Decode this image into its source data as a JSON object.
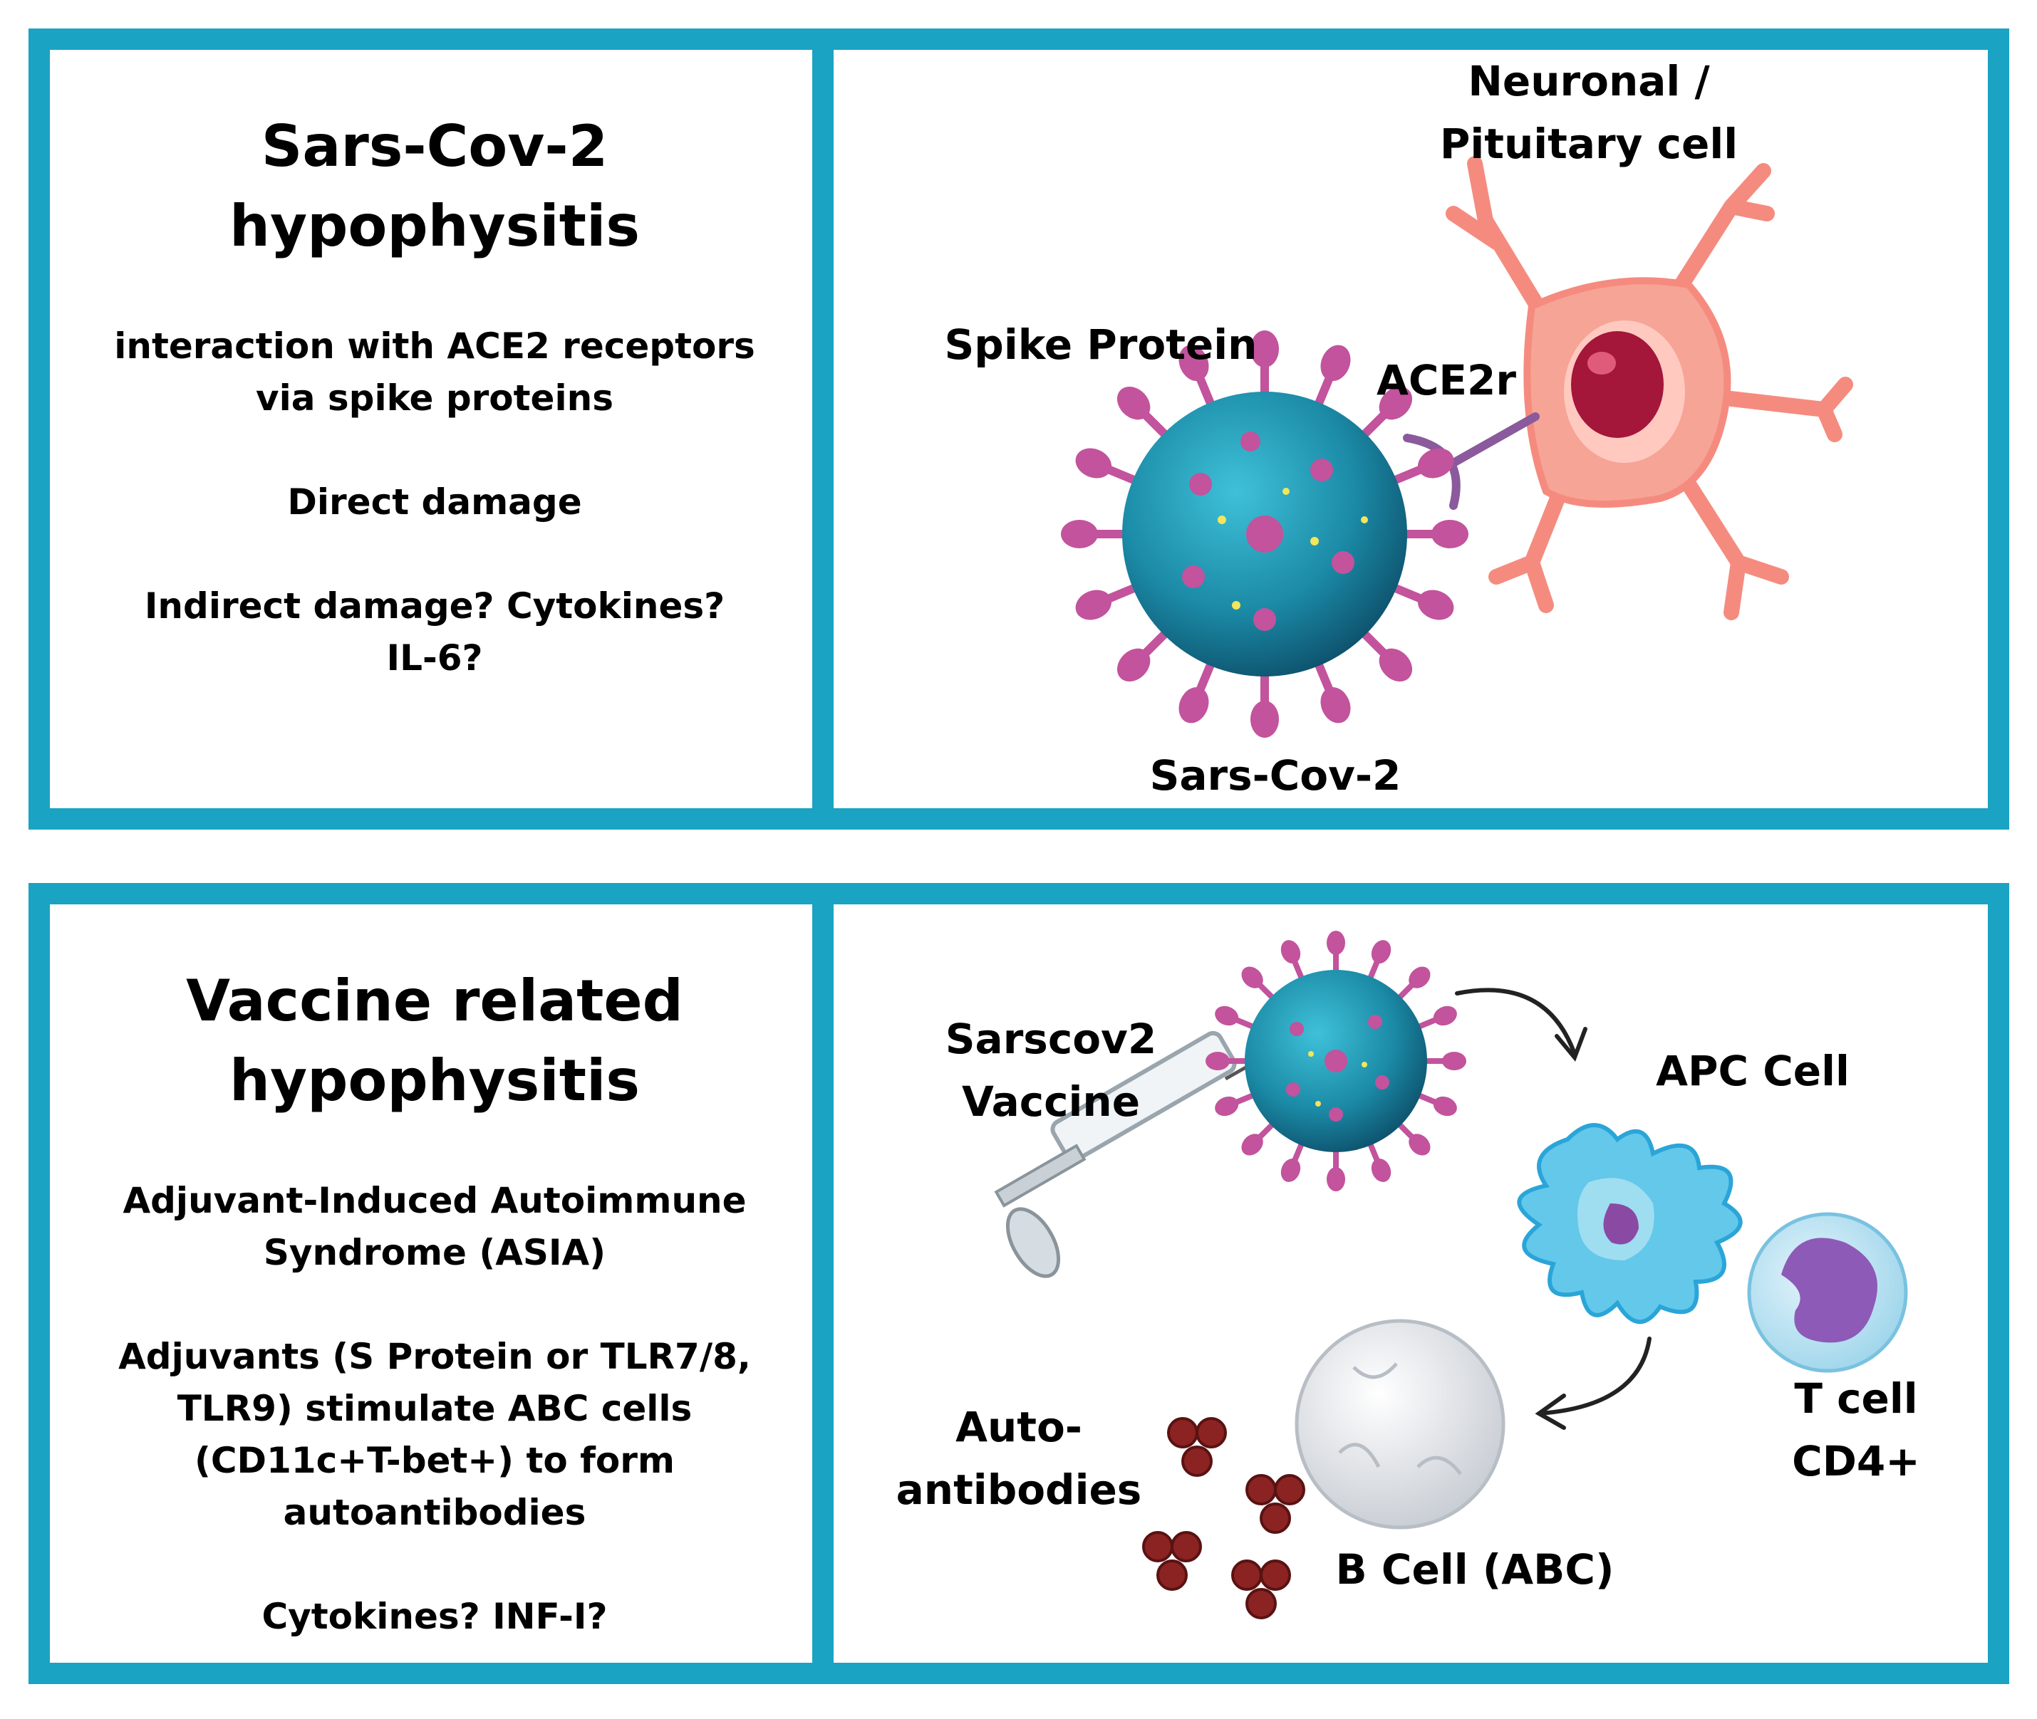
{
  "top": {
    "title_lines": [
      "Sars-Cov-2",
      "hypophysitis"
    ],
    "points": [
      "interaction with ACE2 receptors",
      "via spike proteins",
      "Direct damage",
      "Indirect damage? Cytokines?",
      "IL-6?"
    ],
    "labels": {
      "cell_line1": "Neuronal /",
      "cell_line2": "Pituitary cell",
      "spike": "Spike Protein",
      "receptor": "ACE2r",
      "virus": "Sars-Cov-2"
    }
  },
  "bottom": {
    "title_lines": [
      "Vaccine related",
      "hypophysitis"
    ],
    "points": [
      "Adjuvant-Induced Autoimmune",
      "Syndrome (ASIA)",
      "Adjuvants (S Protein or TLR7/8,",
      "TLR9) stimulate ABC cells",
      "(CD11c+T-bet+) to form",
      "autoantibodies",
      "Cytokines? INF-I?"
    ],
    "labels": {
      "vaccine_line1": "Sarscov2",
      "vaccine_line2": "Vaccine",
      "apc": "APC Cell",
      "tcell": "T cell CD4+",
      "auto_line1": "Auto-",
      "auto_line2": "antibodies",
      "bcell": "B Cell (ABC)"
    }
  },
  "colors": {
    "frame": "#1aa3c2",
    "virus_body": "#1b8aa6",
    "spike": "#c2539c",
    "neuron": "#f58b7f",
    "apc": "#63c8ea",
    "tcell": "#8d5ab8",
    "antibody": "#8b2323"
  }
}
